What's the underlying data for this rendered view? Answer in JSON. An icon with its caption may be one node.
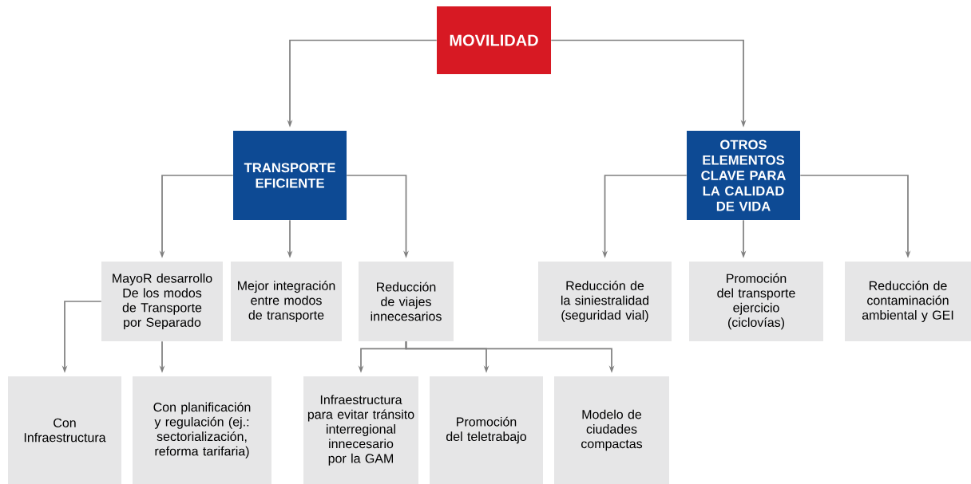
{
  "diagram": {
    "nodes": [
      {
        "text": [
          "MOVILIDAD"
        ]
      },
      {
        "text": [
          "TRANSPORTE EFICIENTE"
        ]
      },
      {
        "text": [
          "OTROS ELEMENTOS CLAVE PARA LA CALIDAD DE VIDA"
        ]
      },
      {
        "text": [
          "MayoR desarrollo De los modos de Transporte por Separado"
        ]
      },
      {
        "text": [
          "Mejor integración entre modos de transporte"
        ]
      },
      {
        "text": [
          "Reducción de viajes innecesarios"
        ]
      },
      {
        "text": [
          "Reducción de la siniestralidad (seguridad vial)"
        ]
      },
      {
        "text": [
          "Promoción del transporte ejercicio (ciclovías)"
        ]
      },
      {
        "text": [
          "Reducción de contaminación ambiental y GEI"
        ]
      },
      {
        "text": [
          "Con Infraestructura"
        ]
      },
      {
        "text": [
          "Con planificación y regulación (ej.: sectorialización, reforma tarifaria)"
        ]
      },
      {
        "text": [
          "Infraestructura para evitar tránsito interregional innecesario por la GAM"
        ]
      },
      {
        "text": [
          "Promoción del teletrabajo"
        ]
      },
      {
        "text": [
          "Modelo de ciudades compactas"
        ]
      }
    ],
    "edges": [
      {
        "from": 0,
        "to": 1,
        "arrow": "to"
      },
      {
        "from": 0,
        "to": 2,
        "arrow": "to"
      },
      {
        "from": 1,
        "to": 3,
        "arrow": "to"
      },
      {
        "from": 1,
        "to": 4,
        "arrow": "to"
      },
      {
        "from": 1,
        "to": 5,
        "arrow": "to"
      },
      {
        "from": 2,
        "to": 6,
        "arrow": "to"
      },
      {
        "from": 2,
        "to": 7,
        "arrow": "to"
      },
      {
        "from": 2,
        "to": 8,
        "arrow": "to"
      },
      {
        "from": 3,
        "to": 9,
        "arrow": "to"
      },
      {
        "from": 3,
        "to": 10,
        "arrow": "to"
      },
      {
        "from": 5,
        "to": 11,
        "arrow": "to"
      },
      {
        "from": 5,
        "to": 12,
        "arrow": "to"
      },
      {
        "from": 5,
        "to": 13,
        "arrow": "to"
      }
    ]
  }
}
